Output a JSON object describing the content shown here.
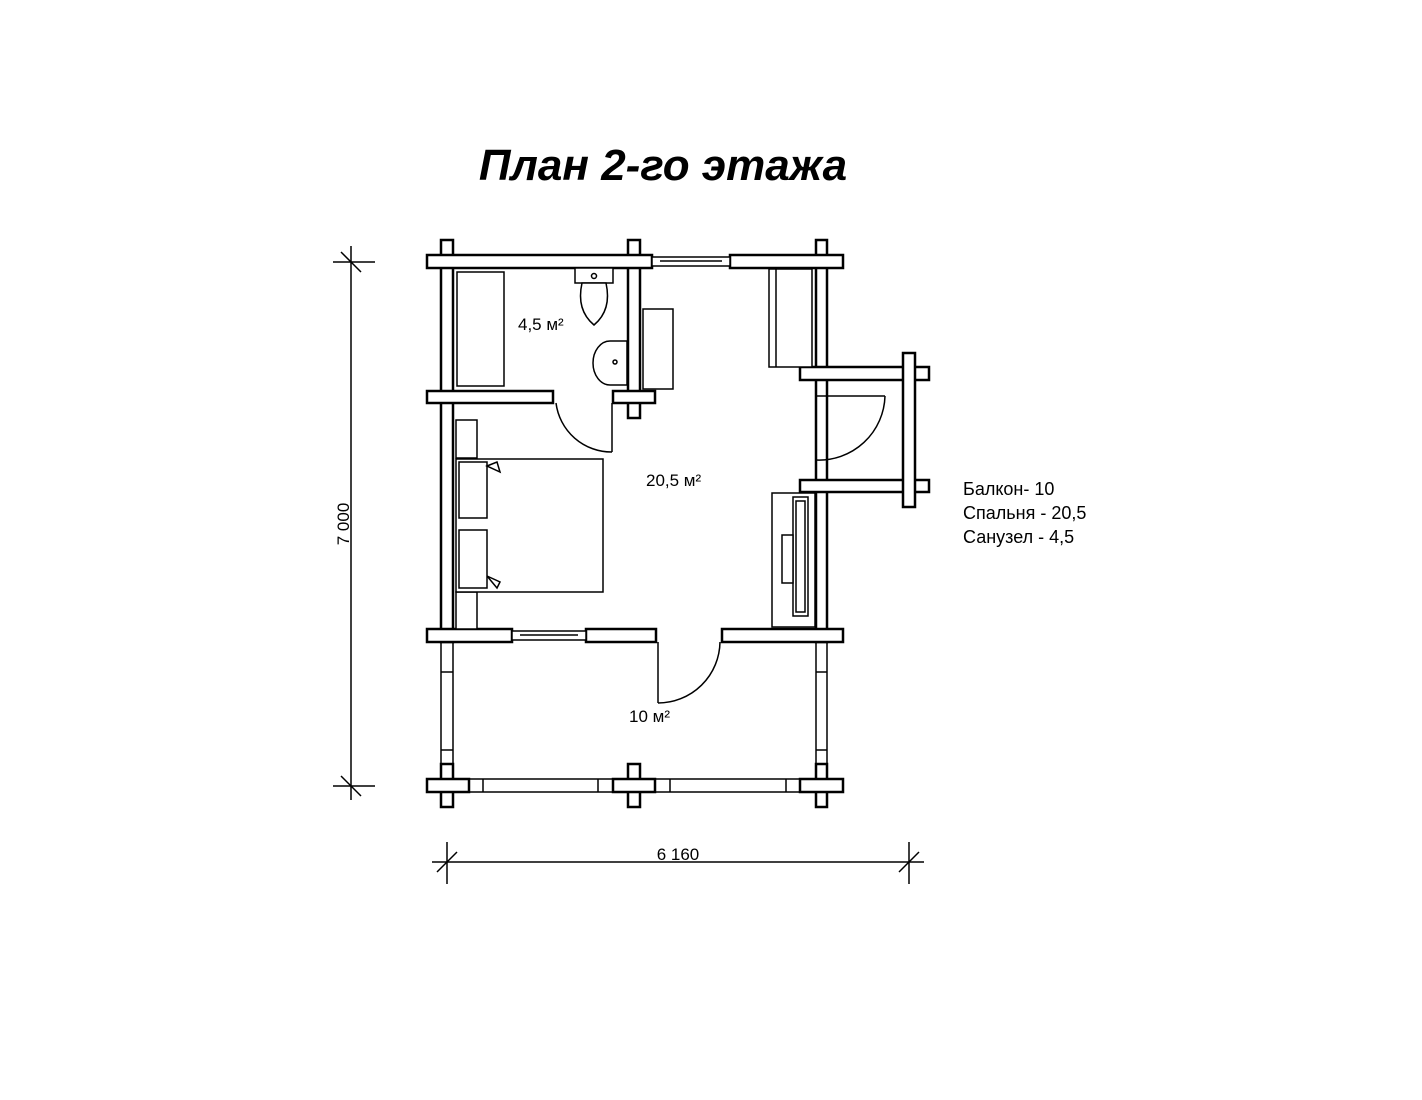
{
  "title": "План 2-го этажа",
  "rooms": {
    "bathroom_area": "4,5 м²",
    "bedroom_area": "20,5 м²",
    "balcony_area": "10 м²"
  },
  "dimensions": {
    "height": "7 000",
    "width": "6 160"
  },
  "legend": [
    "Балкон- 10",
    "Спальня - 20,5",
    "Санузел - 4,5"
  ]
}
